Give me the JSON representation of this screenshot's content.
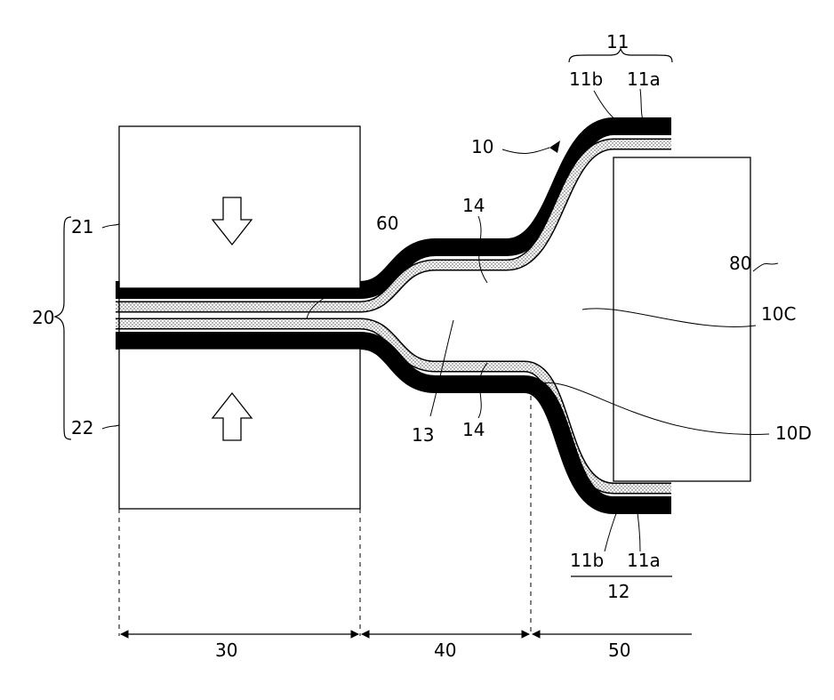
{
  "figure": {
    "labels": {
      "label_10": "10",
      "label_11": "11",
      "label_11b_top": "11b",
      "label_11a_top": "11a",
      "label_14_top": "14",
      "label_60": "60",
      "label_20": "20",
      "label_21": "21",
      "label_22": "22",
      "label_80": "80",
      "label_10C": "10C",
      "label_10D": "10D",
      "label_13": "13",
      "label_14_bottom": "14",
      "label_11b_bottom": "11b",
      "label_11a_bottom": "11a",
      "label_12": "12",
      "label_30": "30",
      "label_40": "40",
      "label_50": "50"
    }
  }
}
